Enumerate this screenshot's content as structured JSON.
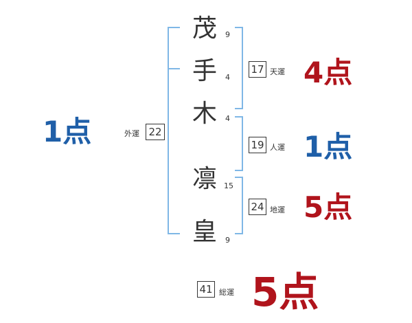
{
  "colors": {
    "bracket": "#7fb7e6",
    "blue": "#1f5fa8",
    "red": "#b0141c"
  },
  "name": {
    "chars": [
      {
        "char": "茂",
        "strokes": "9"
      },
      {
        "char": "手",
        "strokes": "4"
      },
      {
        "char": "木",
        "strokes": "4"
      },
      {
        "char": "凛",
        "strokes": "15"
      },
      {
        "char": "皇",
        "strokes": "9"
      }
    ]
  },
  "gaiun": {
    "label": "外運",
    "value": "22",
    "score": "1点",
    "score_color": "blue"
  },
  "tenun": {
    "label": "天運",
    "value": "17",
    "score": "4点",
    "score_color": "red"
  },
  "jinun": {
    "label": "人運",
    "value": "19",
    "score": "1点",
    "score_color": "blue"
  },
  "chiun": {
    "label": "地運",
    "value": "24",
    "score": "5点",
    "score_color": "red"
  },
  "souun": {
    "label": "総運",
    "value": "41",
    "score": "5点",
    "score_color": "red"
  }
}
